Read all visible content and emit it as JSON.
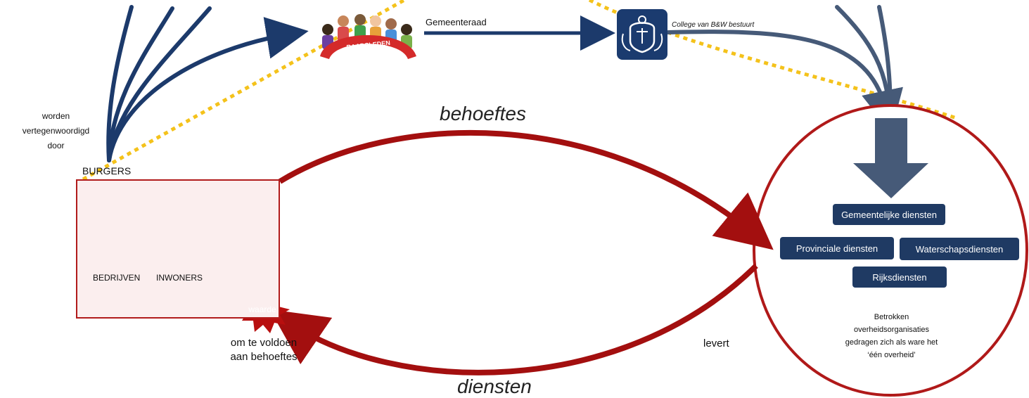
{
  "labels": {
    "worden_line1": "worden",
    "worden_line2": "vertegenwoordigd",
    "worden_line3": "door",
    "burgers": "BURGERS",
    "bedrijven": "BEDRIJVEN",
    "inwoners": "INWONERS",
    "waarde": "waarde",
    "om_te_voldoen_line1": "om te voldoen",
    "om_te_voldoen_line2": "aan behoeftes",
    "behoeftes": "behoeftes",
    "diensten": "diensten",
    "levert": "levert",
    "gemeenteraad": "Gemeenteraad",
    "college": "College van B&W bestuurt",
    "raadsleden": "RAADSLEDEN"
  },
  "services": {
    "gemeentelijk": "Gemeentelijke diensten",
    "provinciaal": "Provinciale diensten",
    "waterschap": "Waterschapsdiensten",
    "rijk": "Rijksdiensten"
  },
  "note": {
    "line1": "Betrokken",
    "line2": "overheidsorganisaties",
    "line3": "gedragen zich als ware het",
    "line4": "‘één overheid’"
  },
  "colors": {
    "navy": "#1c3a6b",
    "slate": "#465a78",
    "red": "#a30f0f",
    "dotted": "#f4c21b",
    "box_blue": "#1f3a63"
  },
  "icons": [
    "factory-icon",
    "house-icon",
    "crest-icon",
    "raadsleden-people-icon",
    "starburst-icon"
  ]
}
